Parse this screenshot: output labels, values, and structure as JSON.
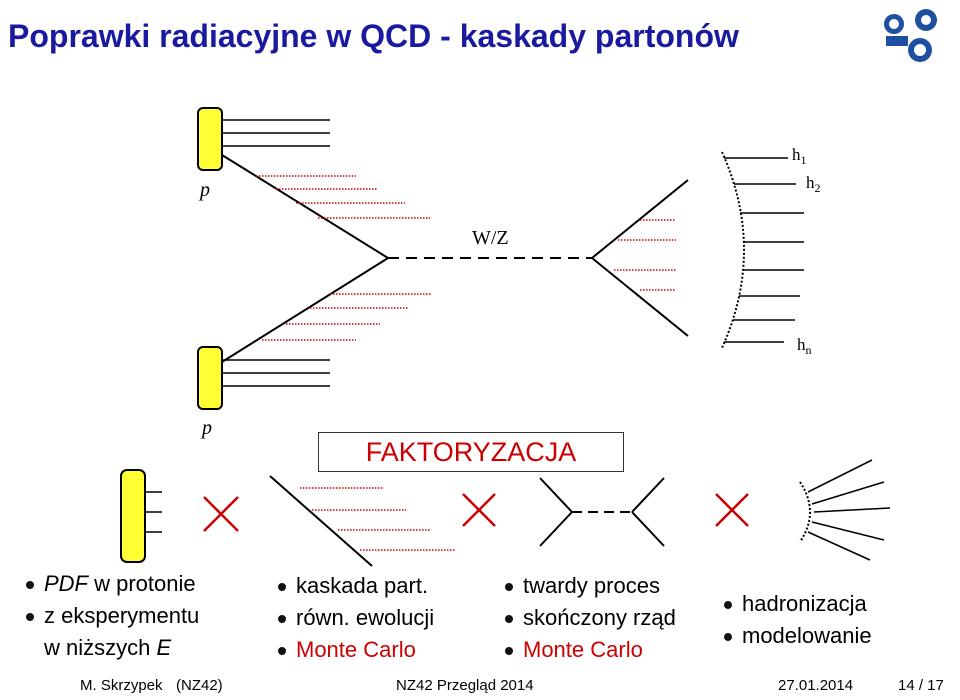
{
  "slide": {
    "title": "Poprawki radiacyjne w QCD - kaskady partonów",
    "logo": "ifj-logo"
  },
  "diagram": {
    "proton_top": "p",
    "proton_bottom": "p",
    "boson": "W/Z",
    "hadron_first": "h",
    "hadron_first_sub": "1",
    "hadron_second": "h",
    "hadron_second_sub": "2",
    "hadron_last": "h",
    "hadron_last_sub": "n"
  },
  "factorization": {
    "label": "FAKTORYZACJA"
  },
  "columns": {
    "pdf": {
      "line1_italic": "PDF",
      "line1_rest": " w protonie",
      "line2": "z eksperymentu",
      "line3_rest": "w niższych ",
      "line3_italic": "E"
    },
    "cascade": {
      "line1": "kaskada part.",
      "line2": "równ. ewolucji",
      "line3": "Monte Carlo"
    },
    "hard": {
      "line1": "twardy proces",
      "line2": "skończony rząd",
      "line3": "Monte Carlo"
    },
    "hadron": {
      "line1": "hadronizacja",
      "line2": "modelowanie"
    }
  },
  "footer": {
    "author": "M. Skrzypek",
    "affiliation": "(NZ42)",
    "event": "NZ42 Przegląd 2014",
    "date": "27.01.2014",
    "page": "14 / 17"
  },
  "colors": {
    "title": "#1a1aa0",
    "accent_red": "#cc0000",
    "proton_fill": "#ffff33"
  }
}
